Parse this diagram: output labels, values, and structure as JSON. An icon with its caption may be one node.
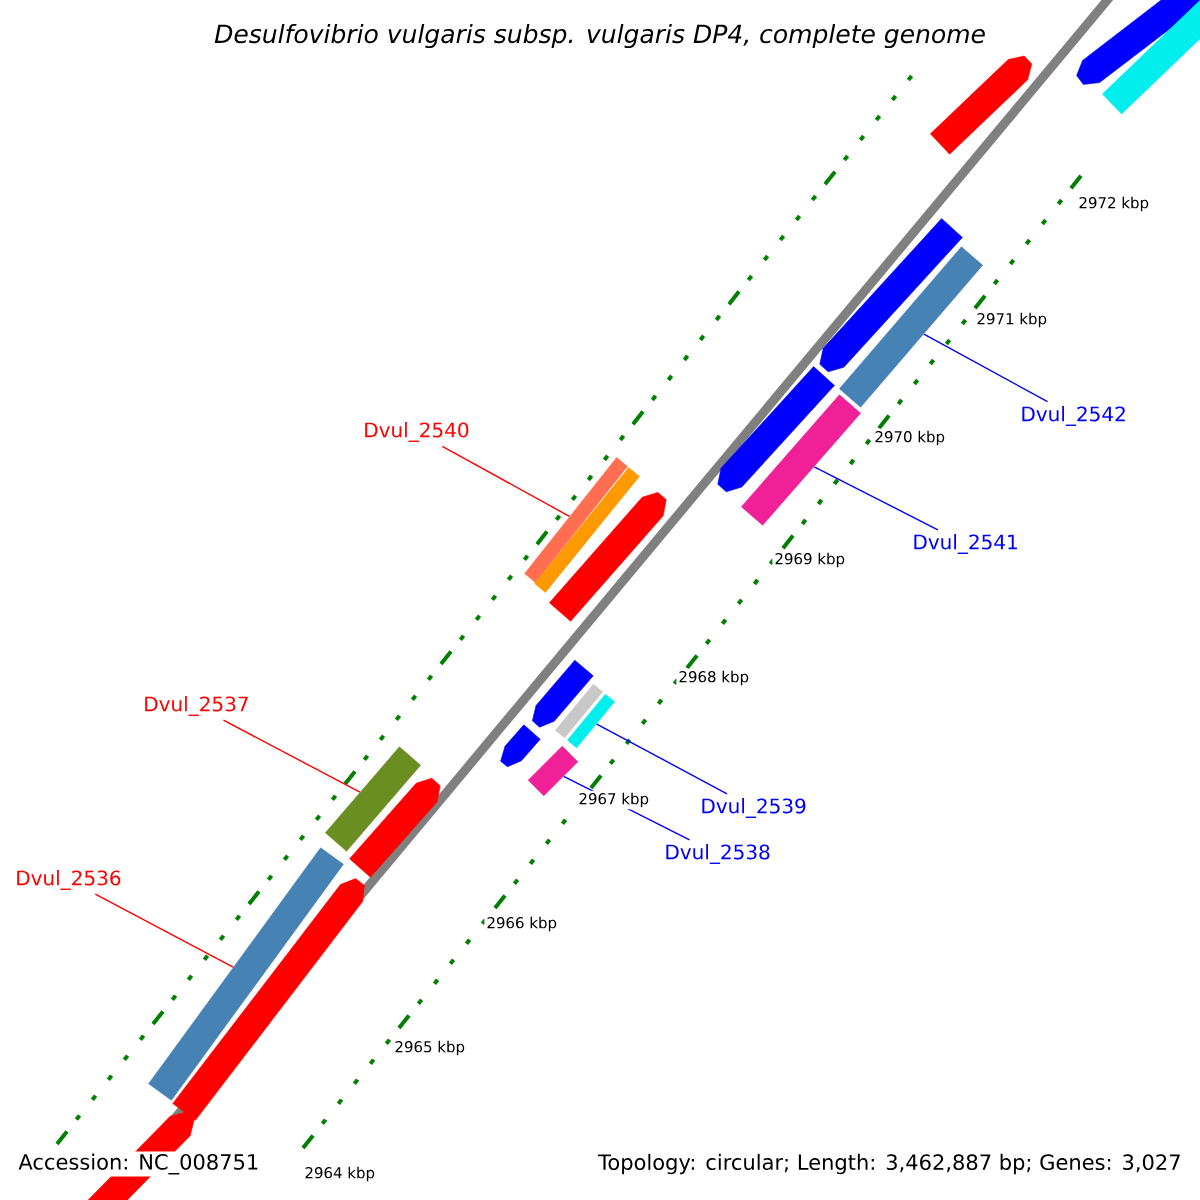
{
  "diagram": {
    "title": "Desulfovibrio vulgaris subsp. vulgaris DP4, complete genome",
    "nodes": [
      {
        "text": [
          "Dvul_2540"
        ]
      },
      {
        "text": [
          "Dvul_2537"
        ]
      },
      {
        "text": [
          "Dvul_2536"
        ]
      },
      {
        "text": [
          "Dvul_2542"
        ]
      },
      {
        "text": [
          "Dvul_2541"
        ]
      },
      {
        "text": [
          "Dvul_2539"
        ]
      },
      {
        "text": [
          "Dvul_2538"
        ]
      },
      {
        "text": [],
        "shape": "bar"
      },
      {
        "text": [],
        "shape": "bar"
      },
      {
        "text": [],
        "shape": "bar"
      },
      {
        "text": [],
        "shape": "bar"
      },
      {
        "text": [],
        "shape": "bar"
      },
      {
        "text": [],
        "shape": "bar"
      },
      {
        "text": [],
        "shape": "bar"
      },
      {
        "text": [],
        "shape": "bar"
      },
      {
        "text": [],
        "shape": "bar"
      },
      {
        "text": [],
        "shape": "bar"
      },
      {
        "text": [],
        "shape": "bar"
      },
      {
        "text": [],
        "shape": "bar"
      },
      {
        "text": [],
        "shape": "bar"
      },
      {
        "text": [],
        "shape": "bar"
      },
      {
        "text": [],
        "shape": "bar"
      },
      {
        "text": [],
        "shape": "bar"
      },
      {
        "text": [],
        "shape": "bar"
      },
      {
        "text": [],
        "shape": "bar"
      },
      {
        "text": [],
        "shape": "bar"
      },
      {
        "text": [],
        "shape": "bar"
      }
    ],
    "edges": [
      {
        "from": 0,
        "to": 7,
        "arrow": "none",
        "color": "#ff0000"
      },
      {
        "from": 1,
        "to": 8,
        "arrow": "none",
        "color": "#ff0000"
      },
      {
        "from": 2,
        "to": 9,
        "arrow": "none",
        "color": "#ff0000"
      },
      {
        "from": 3,
        "to": 10,
        "arrow": "none"
      },
      {
        "from": 4,
        "to": 11,
        "arrow": "none"
      },
      {
        "from": 5,
        "to": 12,
        "arrow": "none"
      },
      {
        "from": 6,
        "to": 13,
        "arrow": "none"
      }
    ],
    "labels": [
      "2972 kbp",
      "2971 kbp",
      "2970 kbp",
      "2969 kbp",
      "2968 kbp",
      "2967 kbp",
      "2966 kbp",
      "2965 kbp",
      "2964 kbp",
      "Accession: NC_008751",
      "Topology: circular; Length: 3,462,887 bp; Genes: 3,027"
    ]
  }
}
